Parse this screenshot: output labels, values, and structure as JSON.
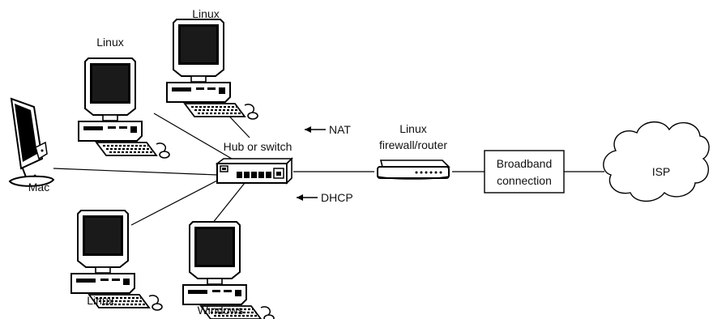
{
  "nodes": {
    "linux_top": "Linux",
    "linux_left": "Linux",
    "mac": "Mac",
    "linux_bottom": "Linux",
    "windows": "Windows",
    "hub": "Hub or switch",
    "router_line1": "Linux",
    "router_line2": "firewall/router",
    "broadband_line1": "Broadband",
    "broadband_line2": "connection",
    "isp": "ISP"
  },
  "annotations": {
    "nat": "NAT",
    "dhcp": "DHCP"
  },
  "icons": {
    "computer": "desktop-computer-icon",
    "monitor": "flat-panel-monitor-icon",
    "hub": "network-hub-icon",
    "router": "router-icon",
    "cloud": "cloud-icon"
  }
}
